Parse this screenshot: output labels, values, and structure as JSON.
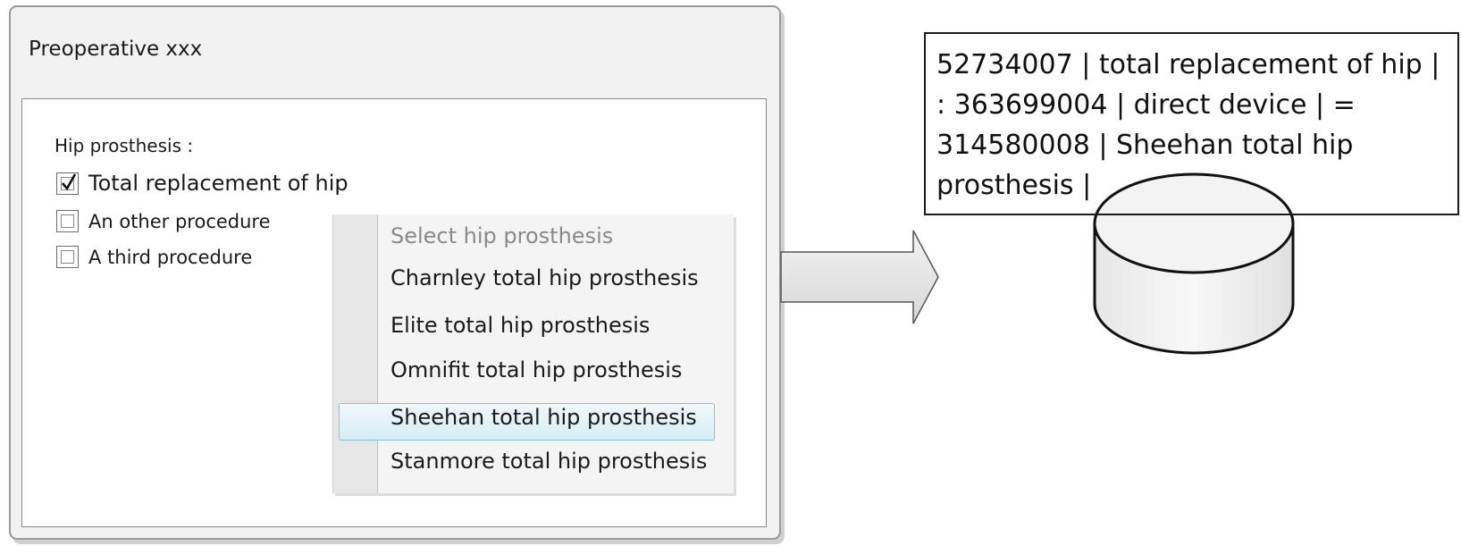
{
  "form": {
    "title": "Preoperative xxx",
    "group_label": "Hip prosthesis :",
    "options": [
      {
        "label": "Total replacement of hip",
        "checked": true
      },
      {
        "label": "An other procedure",
        "checked": false
      },
      {
        "label": "A third procedure",
        "checked": false
      }
    ]
  },
  "dropdown": {
    "placeholder": "Select hip prosthesis",
    "items": [
      "Charnley total hip prosthesis",
      "Elite total hip prosthesis",
      "Omnifit total hip prosthesis",
      "Sheehan total hip prosthesis",
      "Stanmore total hip prosthesis"
    ],
    "highlighted": "Sheehan total hip prosthesis"
  },
  "expression": {
    "text": "52734007 | total replacement of hip | : 363699004 | direct device | = 314580008 | Sheehan total hip prosthesis |"
  }
}
